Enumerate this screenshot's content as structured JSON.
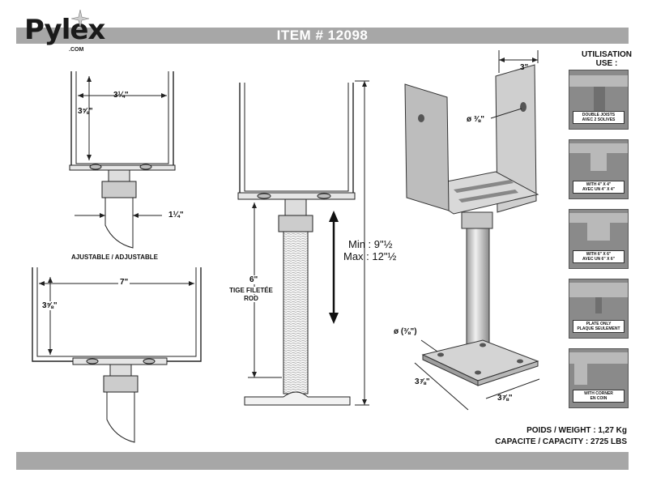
{
  "header": {
    "brand": "Pylex",
    "brand_sub": ".COM",
    "title": "ITEM # 12098"
  },
  "top_view_1": {
    "width": "3¼\"",
    "height": "3⅝\"",
    "rod_dia": "1¼\""
  },
  "top_view_2": {
    "caption": "AJUSTABLE / ADJUSTABLE",
    "width": "7\"",
    "height": "3⅝\""
  },
  "side_view": {
    "rod_len": "6\"",
    "rod_label_fr": "TIGE FILETÉE",
    "rod_label_en": "ROD",
    "min": "Min : 9\"½",
    "max": "Max : 12\"½"
  },
  "iso_view": {
    "top_width": "3\"",
    "hole_top": "ø ⅜\"",
    "hole_base": "ø (⅜\")",
    "base_w": "3⅞\"",
    "base_d": "3⅞\""
  },
  "usage": {
    "title_fr": "UTILISATION",
    "title_en": "USE :",
    "panels": [
      {
        "line1": "DOUBLE JOISTS",
        "line2": "AVEC 2 SOLIVES"
      },
      {
        "line1": "WITH 4\" X 4\"",
        "line2": "AVEC UN 4\" X 4\""
      },
      {
        "line1": "WITH 6\" X 6\"",
        "line2": "AVEC UN 6\" X 6\""
      },
      {
        "line1": "PLATE ONLY",
        "line2": "PLAQUE SEULEMENT"
      },
      {
        "line1": "WITH CORNER",
        "line2": "EN COIN"
      }
    ]
  },
  "specs": {
    "weight": "POIDS / WEIGHT : 1,27 Kg",
    "capacity": "CAPACITE / CAPACITY : 2725 LBS"
  },
  "colors": {
    "banner": "#a7a7a7",
    "steel": "#c8c8c8",
    "steel_dark": "#8e8e8e"
  }
}
